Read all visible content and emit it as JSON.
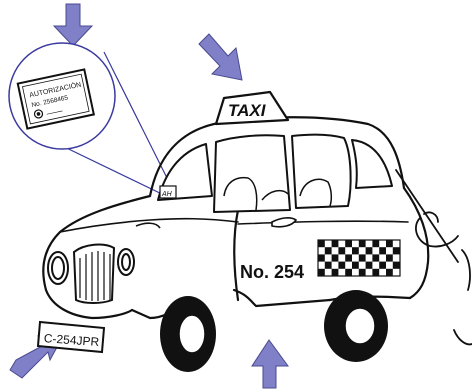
{
  "sign": {
    "line1": "AUTORIZACIÓN",
    "line2": "No. 2568465"
  },
  "roof_sign": "TAXI",
  "door_number": "No. 254",
  "plate": "C-254JPR",
  "windshield_sticker": "AH",
  "colors": {
    "arrow_fill": "#8080c8",
    "line": "#111111",
    "zoom_circle": "#3a3aa0"
  },
  "icons": [
    "down-arrow-icon",
    "up-arrow-icon",
    "diagonal-arrow-icon",
    "seal-icon"
  ]
}
